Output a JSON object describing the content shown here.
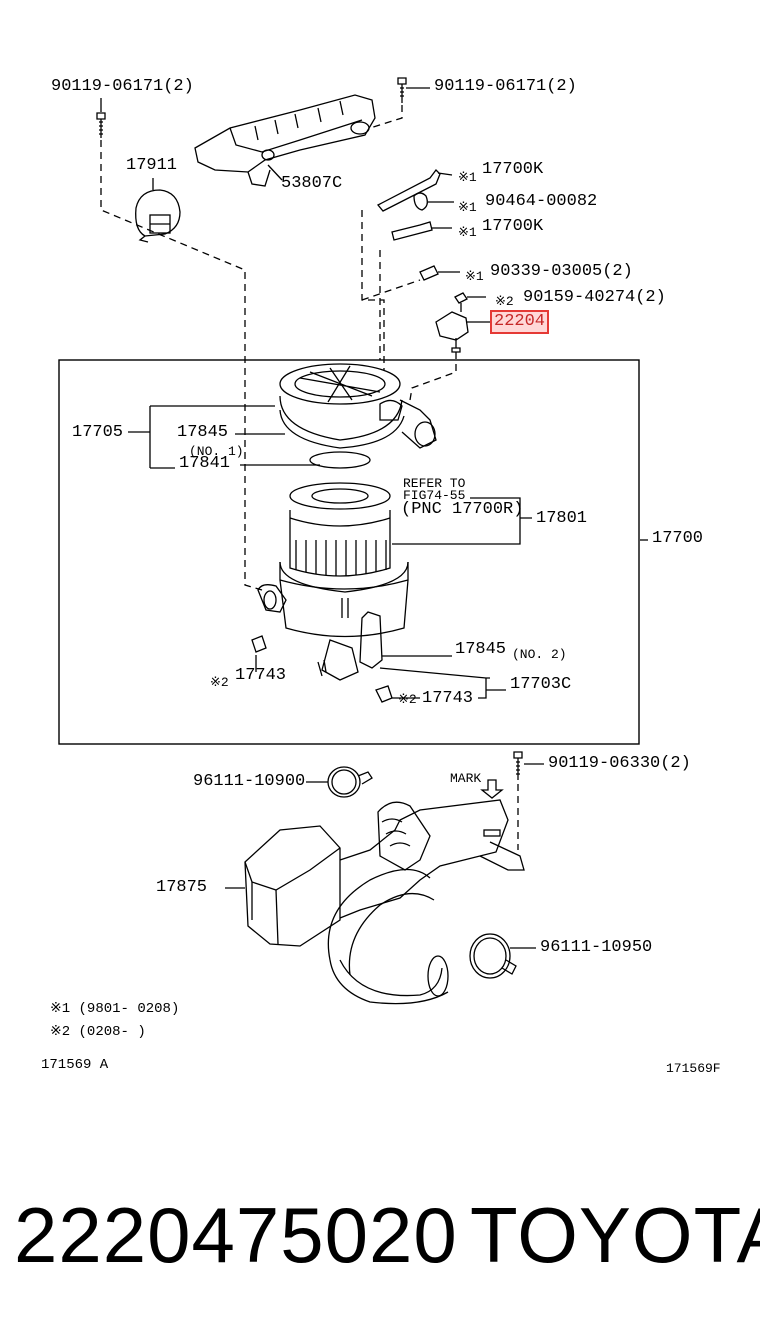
{
  "labels": {
    "bolt_left": "90119-06171(2)",
    "bolt_right": "90119-06171(2)",
    "p17911": "17911",
    "p53807c": "53807C",
    "p17700k_1": "17700K",
    "p90464": "90464-00082",
    "p17700k_2": "17700K",
    "p90339": "90339-03005(2)",
    "p90159": "90159-40274(2)",
    "p22204": "22204",
    "p17705": "17705",
    "p17845a": "17845",
    "no1": "(NO. 1)",
    "p17841": "17841",
    "refer1": "REFER TO",
    "refer2": "FIG74-55",
    "refer3": "(PNC 17700R)",
    "p17801": "17801",
    "p17700": "17700",
    "p17845b": "17845",
    "no2": "(NO. 2)",
    "p17743a": "17743",
    "p17703c": "17703C",
    "p17743b": "17743",
    "p96111_900": "96111-10900",
    "mark": "MARK",
    "p90119_063": "90119-06330(2)",
    "p17875": "17875",
    "p96111_950": "96111-10950"
  },
  "marks": {
    "m1": "※1",
    "m2": "※2"
  },
  "notes": {
    "n1": "※1  (9801- 0208)",
    "n2": "※2  (0208-       )",
    "code_left": "171569 A",
    "code_right": "171569F"
  },
  "highlight_color": "#e53935",
  "footer": {
    "part_number": "2220475020",
    "brand": "TOYOTA"
  }
}
